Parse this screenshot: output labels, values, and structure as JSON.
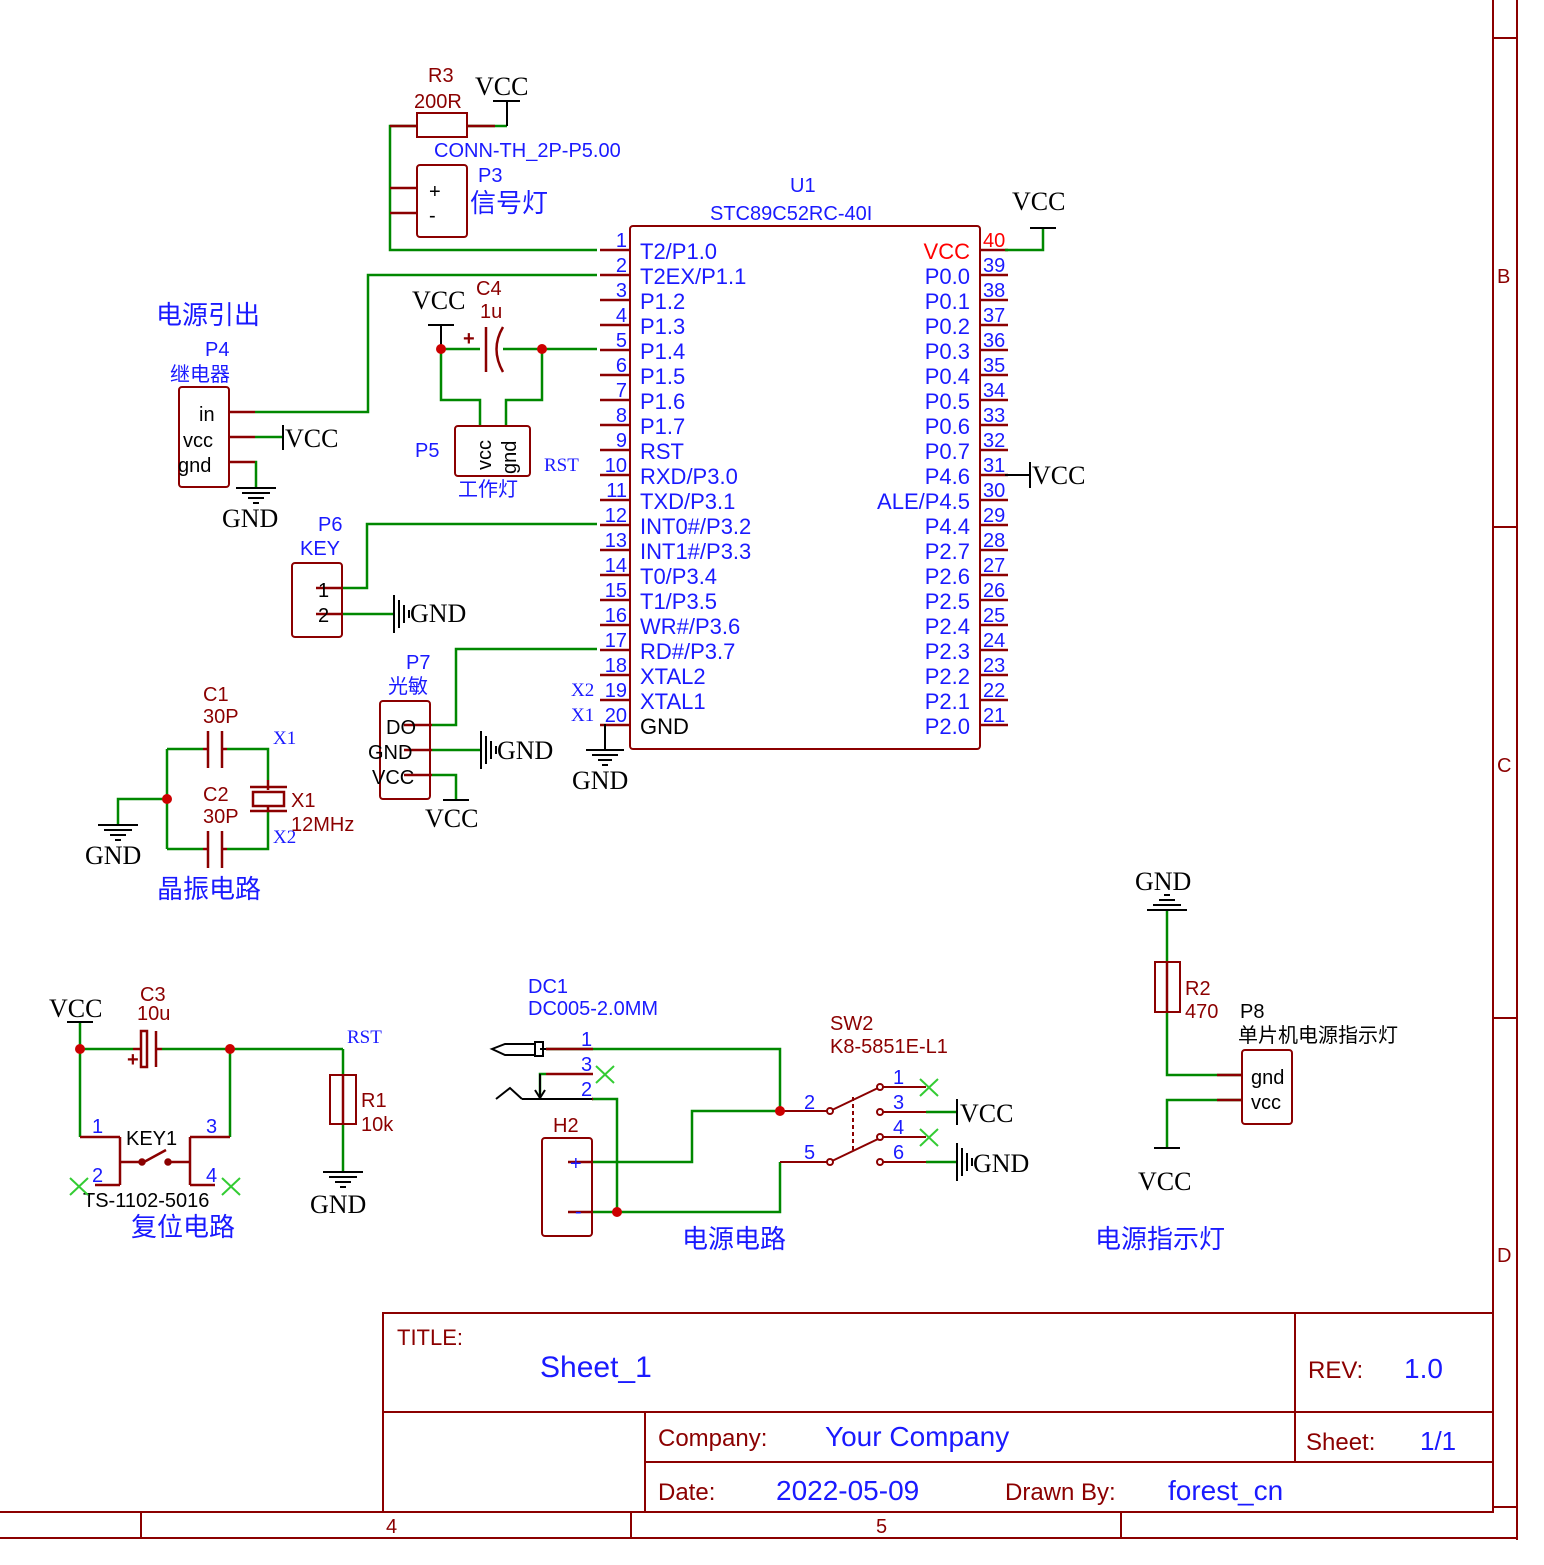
{
  "colors": {
    "wire": "#008800",
    "body": "#8b0000",
    "text_blue": "#1a1aff",
    "text_dark": "#8b0000",
    "black": "#000000",
    "red": "#ff0000",
    "nc": "#33cc33"
  },
  "frame": {
    "zone_letters": [
      "B",
      "C",
      "D"
    ],
    "zone_numbers": [
      "4",
      "5"
    ]
  },
  "power": {
    "vcc": "VCC",
    "gnd": "GND"
  },
  "net_labels": {
    "rst": "RST",
    "x1": "X1",
    "x2": "X2"
  },
  "u1": {
    "ref": "U1",
    "part": "STC89C52RC-40I",
    "left_pins": [
      {
        "num": "1",
        "name": "T2/P1.0"
      },
      {
        "num": "2",
        "name": "T2EX/P1.1"
      },
      {
        "num": "3",
        "name": "P1.2"
      },
      {
        "num": "4",
        "name": "P1.3"
      },
      {
        "num": "5",
        "name": "P1.4"
      },
      {
        "num": "6",
        "name": "P1.5"
      },
      {
        "num": "7",
        "name": "P1.6"
      },
      {
        "num": "8",
        "name": "P1.7"
      },
      {
        "num": "9",
        "name": "RST"
      },
      {
        "num": "10",
        "name": "RXD/P3.0"
      },
      {
        "num": "11",
        "name": "TXD/P3.1"
      },
      {
        "num": "12",
        "name": "INT0#/P3.2"
      },
      {
        "num": "13",
        "name": "INT1#/P3.3"
      },
      {
        "num": "14",
        "name": "T0/P3.4"
      },
      {
        "num": "15",
        "name": "T1/P3.5"
      },
      {
        "num": "16",
        "name": "WR#/P3.6"
      },
      {
        "num": "17",
        "name": "RD#/P3.7"
      },
      {
        "num": "18",
        "name": "XTAL2"
      },
      {
        "num": "19",
        "name": "XTAL1"
      },
      {
        "num": "20",
        "name": "GND"
      }
    ],
    "right_pins": [
      {
        "num": "40",
        "name": "VCC"
      },
      {
        "num": "39",
        "name": "P0.0"
      },
      {
        "num": "38",
        "name": "P0.1"
      },
      {
        "num": "37",
        "name": "P0.2"
      },
      {
        "num": "36",
        "name": "P0.3"
      },
      {
        "num": "35",
        "name": "P0.4"
      },
      {
        "num": "34",
        "name": "P0.5"
      },
      {
        "num": "33",
        "name": "P0.6"
      },
      {
        "num": "32",
        "name": "P0.7"
      },
      {
        "num": "31",
        "name": "P4.6"
      },
      {
        "num": "30",
        "name": "ALE/P4.5"
      },
      {
        "num": "29",
        "name": "P4.4"
      },
      {
        "num": "28",
        "name": "P2.7"
      },
      {
        "num": "27",
        "name": "P2.6"
      },
      {
        "num": "26",
        "name": "P2.5"
      },
      {
        "num": "25",
        "name": "P2.4"
      },
      {
        "num": "24",
        "name": "P2.3"
      },
      {
        "num": "23",
        "name": "P2.2"
      },
      {
        "num": "22",
        "name": "P2.1"
      },
      {
        "num": "21",
        "name": "P2.0"
      }
    ]
  },
  "r3": {
    "ref": "R3",
    "value": "200R"
  },
  "p3": {
    "ref": "P3",
    "part": "CONN-TH_2P-P5.00",
    "plus": "+",
    "minus": "-",
    "note": "信号灯"
  },
  "c4": {
    "ref": "C4",
    "value": "1u",
    "plus": "+"
  },
  "p5": {
    "ref": "P5",
    "pin1": "vcc",
    "pin2": "gnd",
    "note": "工作灯"
  },
  "p4": {
    "ref": "P4",
    "part": "继电器",
    "pin_in": "in",
    "pin_vcc": "vcc",
    "pin_gnd": "gnd",
    "note": "电源引出"
  },
  "p6": {
    "ref": "P6",
    "part": "KEY",
    "pin1": "1",
    "pin2": "2"
  },
  "p7": {
    "ref": "P7",
    "part": "光敏",
    "pin_do": "DO",
    "pin_gnd": "GND",
    "pin_vcc": "VCC"
  },
  "crystal": {
    "c1_ref": "C1",
    "c1_value": "30P",
    "c2_ref": "C2",
    "c2_value": "30P",
    "x1_ref": "X1",
    "x1_value": "12MHz",
    "note": "晶振电路"
  },
  "reset": {
    "c3_ref": "C3",
    "c3_value": "10u",
    "c3_plus": "+",
    "r1_ref": "R1",
    "r1_value": "10k",
    "key_ref": "KEY1",
    "key_part": "TS-1102-5016",
    "pin1": "1",
    "pin2": "2",
    "pin3": "3",
    "pin4": "4",
    "note": "复位电路"
  },
  "power_circuit": {
    "dc_ref": "DC1",
    "dc_part": "DC005-2.0MM",
    "dc_pin1": "1",
    "dc_pin2": "2",
    "dc_pin3": "3",
    "h2_ref": "H2",
    "h2_plus": "+",
    "h2_minus": "-",
    "sw_ref": "SW2",
    "sw_part": "K8-5851E-L1",
    "sw_pins": [
      "1",
      "2",
      "3",
      "4",
      "5",
      "6"
    ],
    "note": "电源电路"
  },
  "indicator": {
    "r2_ref": "R2",
    "r2_value": "470",
    "p8_ref": "P8",
    "p8_part": "单片机电源指示灯",
    "pin_gnd": "gnd",
    "pin_vcc": "vcc",
    "note": "电源指示灯"
  },
  "title_block": {
    "title_label": "TITLE:",
    "title": "Sheet_1",
    "rev_label": "REV:",
    "rev": "1.0",
    "company_label": "Company:",
    "company": "Your Company",
    "sheet_label": "Sheet:",
    "sheet": "1/1",
    "date_label": "Date:",
    "date": "2022-05-09",
    "drawn_label": "Drawn By:",
    "drawn": "forest_cn"
  }
}
